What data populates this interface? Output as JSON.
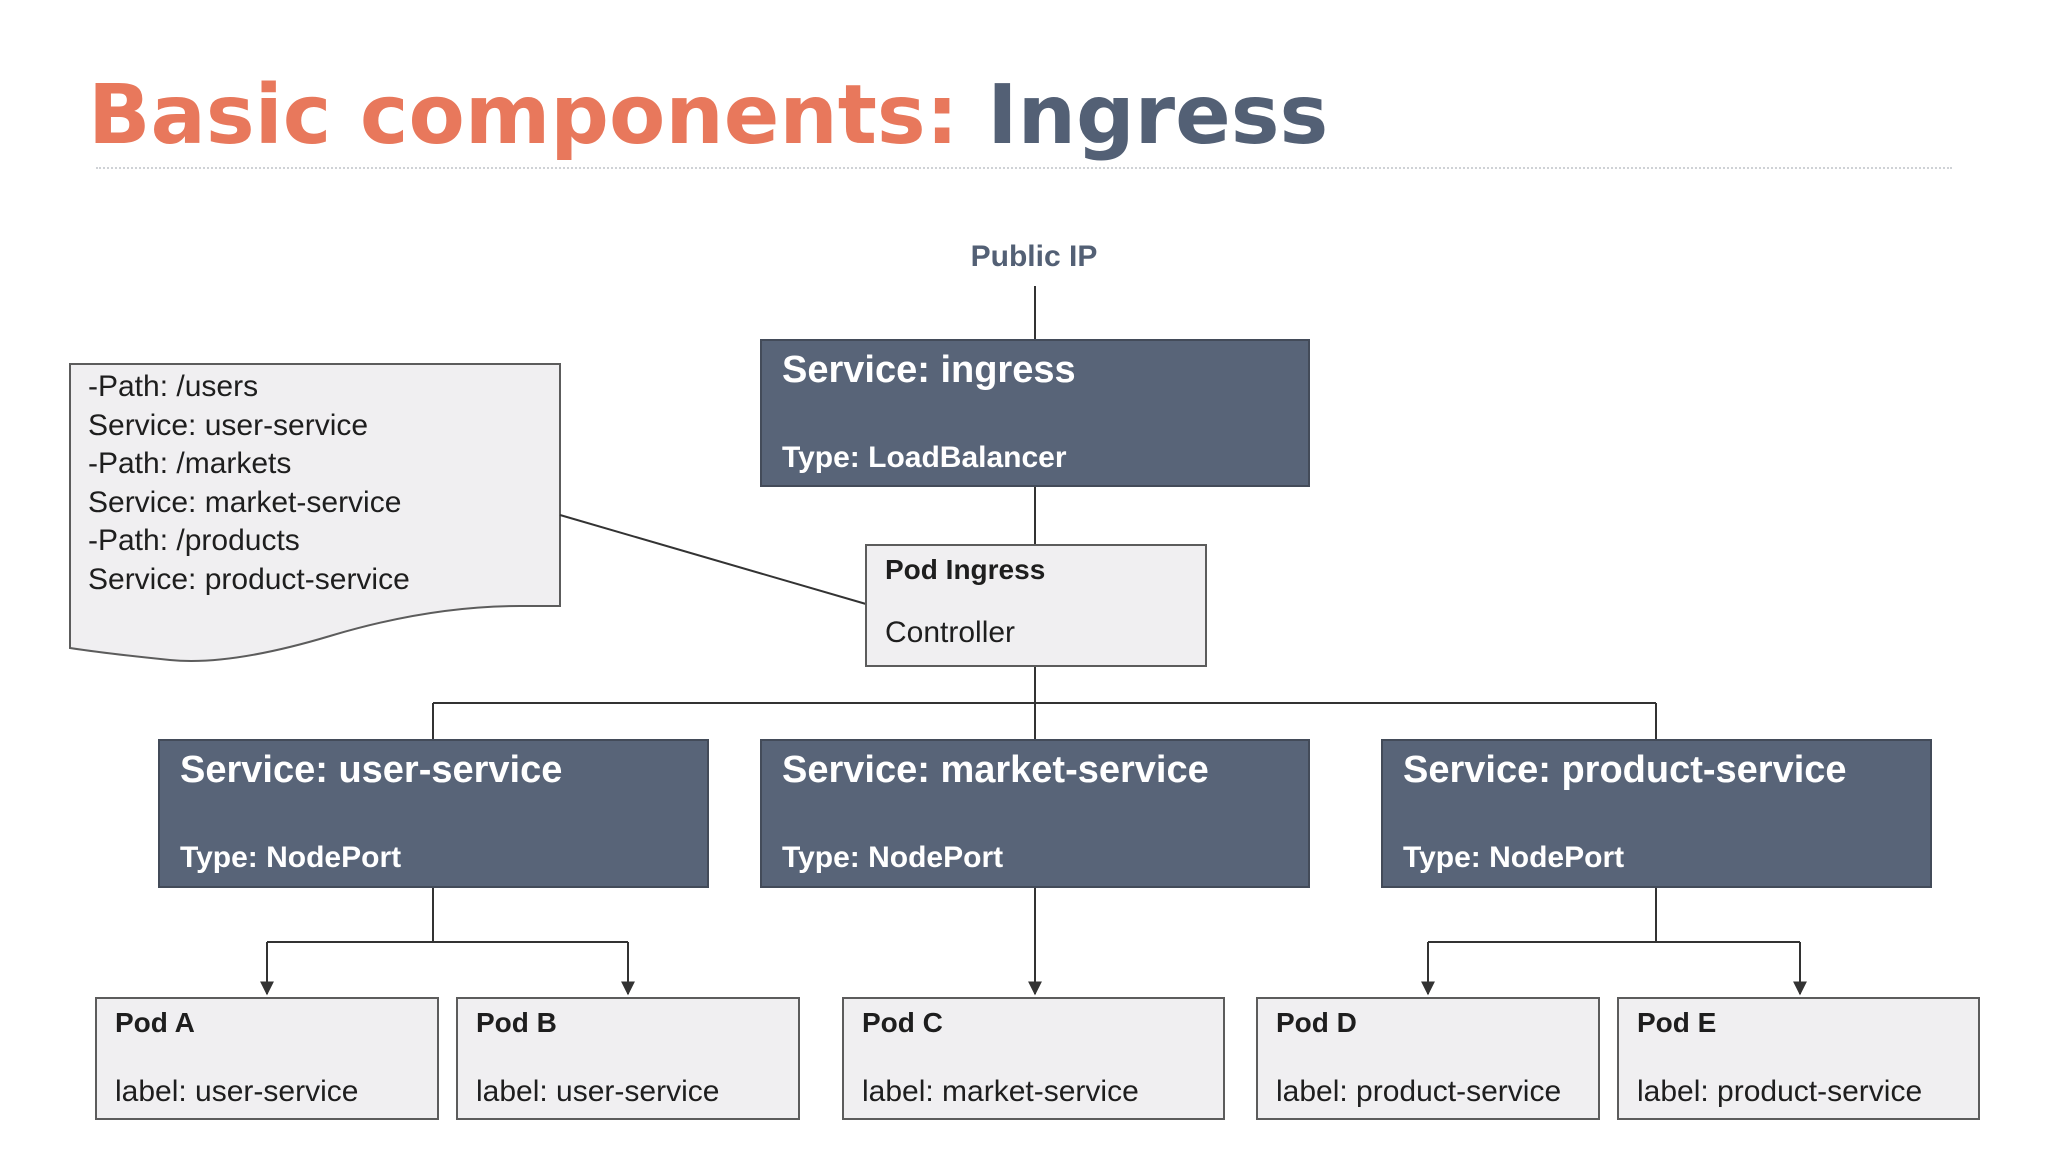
{
  "slide": {
    "title_prefix": "Basic components:",
    "title_suffix": "Ingress",
    "colors": {
      "title_accent": "#e8785c",
      "title_main": "#536075",
      "service_fill": "#586478",
      "pod_fill": "#f0eff1"
    }
  },
  "diagram": {
    "public_ip": "Public IP",
    "ingress_service": {
      "name": "Service: ingress",
      "type": "Type: LoadBalancer"
    },
    "ingress_controller": {
      "name": "Pod Ingress",
      "label": "Controller"
    },
    "rules_note": {
      "lines": [
        "-Path: /users",
        "Service: user-service",
        "-Path: /markets",
        "Service: market-service",
        "-Path: /products",
        "Service: product-service"
      ]
    },
    "services": [
      {
        "name": "Service: user-service",
        "type": "Type: NodePort"
      },
      {
        "name": "Service: market-service",
        "type": "Type: NodePort"
      },
      {
        "name": "Service: product-service",
        "type": "Type: NodePort"
      }
    ],
    "pods": [
      {
        "name": "Pod A",
        "label": "label: user-service"
      },
      {
        "name": "Pod B",
        "label": "label: user-service"
      },
      {
        "name": "Pod C",
        "label": "label: market-service"
      },
      {
        "name": "Pod D",
        "label": "label: product-service"
      },
      {
        "name": "Pod E",
        "label": "label: product-service"
      }
    ]
  }
}
